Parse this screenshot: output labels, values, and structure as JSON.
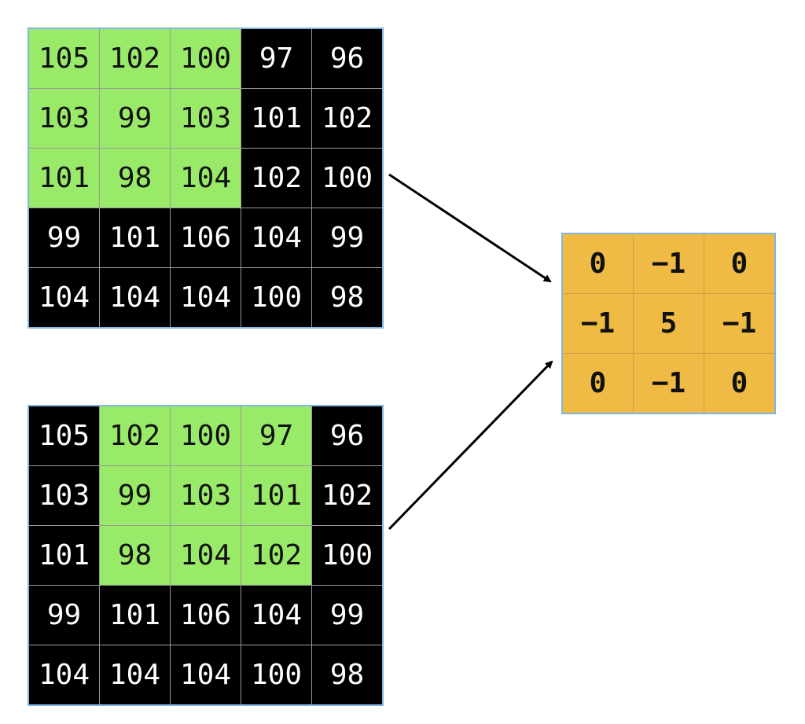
{
  "input_grid": {
    "rows": [
      [
        "105",
        "102",
        "100",
        "97",
        "96"
      ],
      [
        "103",
        "99",
        "103",
        "101",
        "102"
      ],
      [
        "101",
        "98",
        "104",
        "102",
        "100"
      ],
      [
        "99",
        "101",
        "106",
        "104",
        "99"
      ],
      [
        "104",
        "104",
        "104",
        "100",
        "98"
      ]
    ]
  },
  "top_window": {
    "row_start": 0,
    "col_start": 0,
    "size": 3
  },
  "bottom_window": {
    "row_start": 0,
    "col_start": 1,
    "size": 3
  },
  "kernel": {
    "rows": [
      [
        "0",
        "−1",
        "0"
      ],
      [
        "−1",
        "5",
        "−1"
      ],
      [
        "0",
        "−1",
        "0"
      ]
    ]
  },
  "colors": {
    "highlight": "#99ea68",
    "cell_background": "#000000",
    "kernel_background": "#efbb45",
    "grid_border": "#7fb6e6"
  }
}
